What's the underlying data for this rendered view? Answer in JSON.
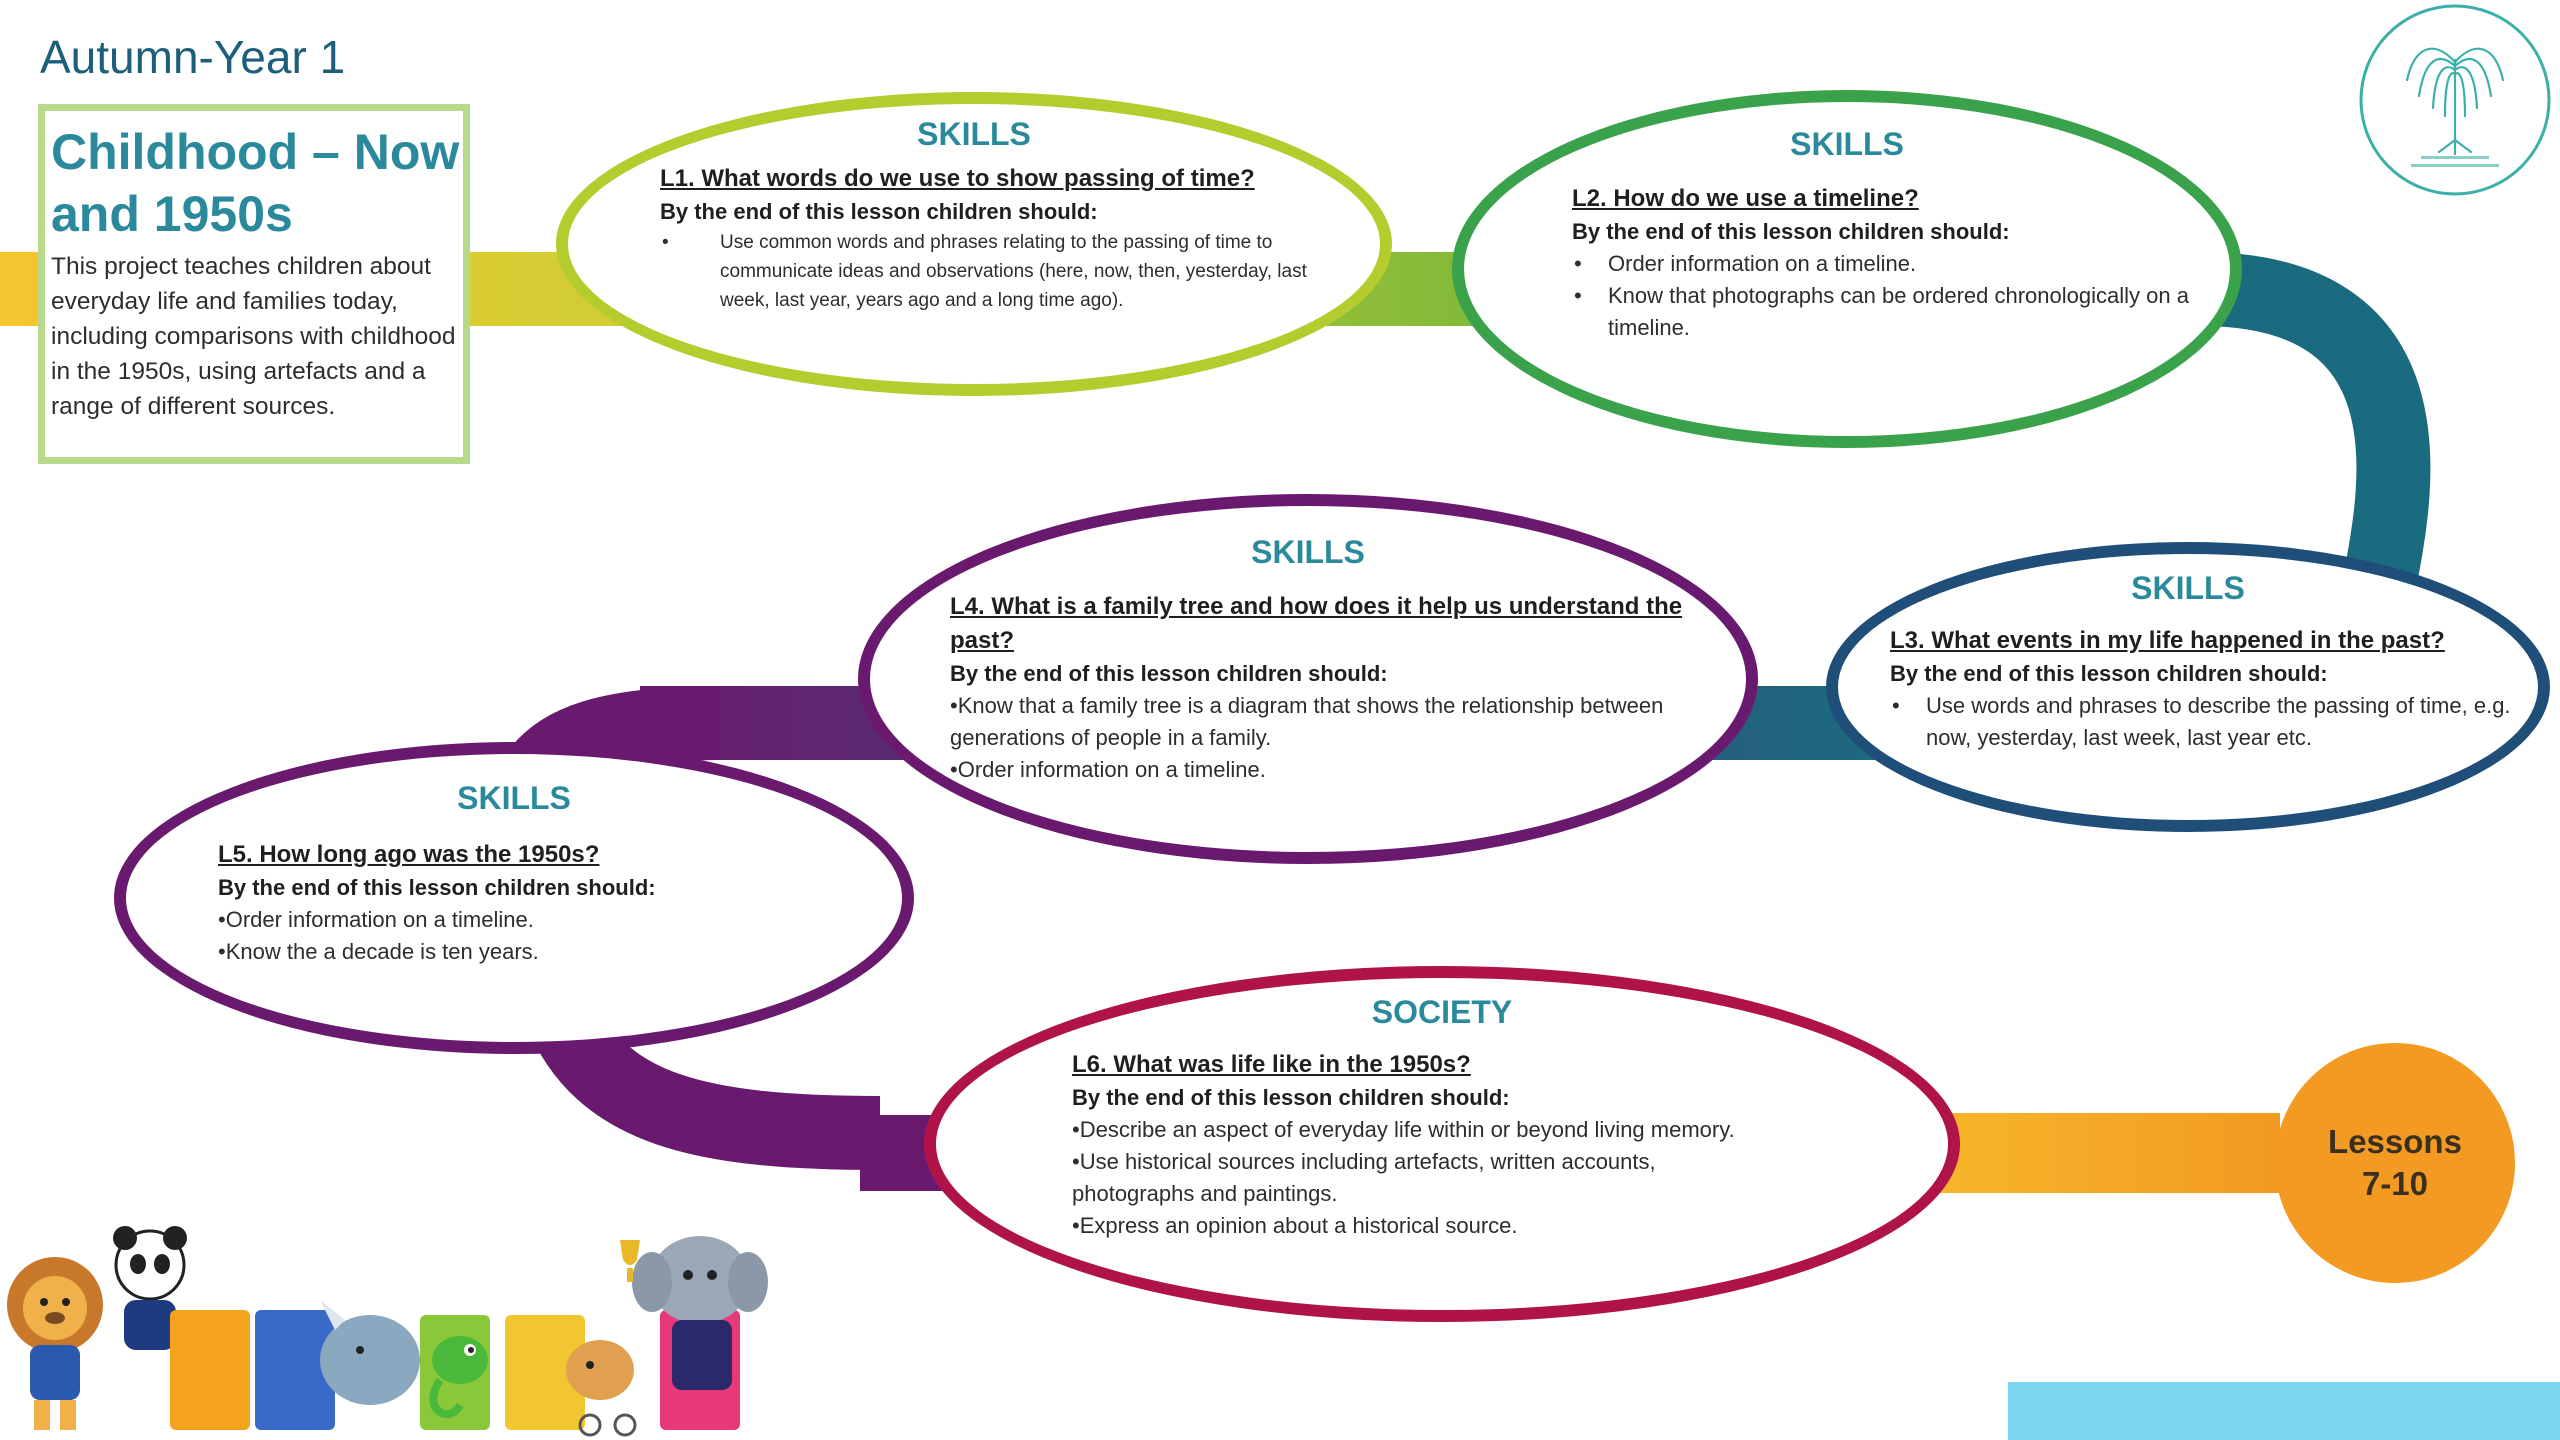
{
  "page": {
    "term": "Autumn-Year 1",
    "project_title": "Childhood – Now and 1950s",
    "project_description": "This project teaches children about everyday life and families today, including comparisons with childhood in the 1950s, using artefacts and a range of different sources."
  },
  "lessons": [
    {
      "heading": "SKILLS",
      "question": "L1. What words do we use to show passing of time?",
      "intro": "By the end of this lesson children should:",
      "objectives": [
        "Use common words and phrases relating to the passing of time to communicate ideas and observations (here, now, then, yesterday, last week, last year, years ago and a long time ago)."
      ],
      "color": "#b5cc2e"
    },
    {
      "heading": "SKILLS",
      "question": "L2. How do we use a timeline?",
      "intro": "By the end of this lesson children should:",
      "objectives": [
        "Order information on a timeline.",
        "Know that photographs can be ordered chronologically on a timeline."
      ],
      "color": "#3aa24a"
    },
    {
      "heading": "SKILLS",
      "question": "L3. What events in my life happened in the past?",
      "intro": "By the end of this lesson children should:",
      "objectives": [
        "Use words and phrases to describe the passing of time, e.g. now, yesterday, last week, last year etc."
      ],
      "color": "#1f4f78"
    },
    {
      "heading": "SKILLS",
      "question": "L4. What is a family tree and how does it help us understand the past?",
      "intro": "By the end of this lesson children should:",
      "objectives": [
        "Know that a family tree is a diagram that shows the relationship between generations of people in a family.",
        "Order information on a timeline."
      ],
      "color": "#6a1a6e"
    },
    {
      "heading": "SKILLS",
      "question": "L5. How long ago was the 1950s?",
      "intro": "By the end of this lesson children should:",
      "objectives": [
        "Order information on a timeline.",
        "Know the a decade is ten years."
      ],
      "color": "#6a1a6e"
    },
    {
      "heading": "SOCIETY",
      "question": "L6. What was life like in the 1950s?",
      "intro": "By the end of this lesson children should:",
      "objectives": [
        "Describe an aspect of everyday life within or beyond living memory.",
        "Use historical sources including artefacts, written accounts, photographs and paintings.",
        "Express an opinion about a historical source."
      ],
      "color": "#b0124a"
    }
  ],
  "next_step": {
    "line1": "Lessons",
    "line2": "7-10",
    "color": "#f29a21"
  },
  "images": {
    "school_logo": "willow-tree-logo-icon",
    "mascots": "pride-mascots-banner-icon"
  },
  "colors": {
    "heading_teal": "#2a8a9c",
    "title_blue": "#1d5f7a",
    "intro_border": "#b8d98a",
    "path_yellow": "#f5c630",
    "path_teal": "#1a6b80",
    "path_orange": "#f29a21",
    "corner_strip": "#7ad6ee"
  }
}
